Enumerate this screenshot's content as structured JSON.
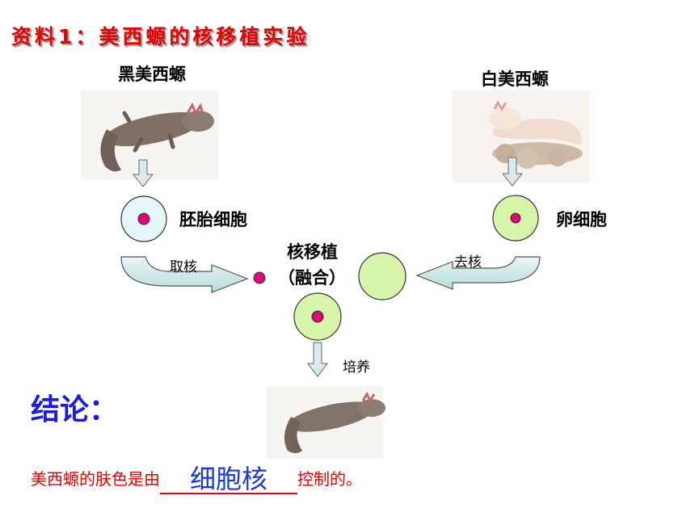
{
  "title": "资料1：美西螈的核移植实验",
  "labels": {
    "black_axolotl": "黑美西螈",
    "white_axolotl": "白美西螈",
    "embryo_cell": "胚胎细胞",
    "egg_cell": "卵细胞",
    "take_nucleus": "取核",
    "remove_nucleus": "去核",
    "transfer_line1": "核移植",
    "transfer_line2": "（融合）",
    "culture": "培养"
  },
  "conclusion": {
    "heading": "结论：",
    "before": "美西螈的肤色是由",
    "answer": "细胞核",
    "after": "控制的。"
  },
  "colors": {
    "title": "#e60000",
    "cell_cytoplasm": "#d6f5a8",
    "embryo_cytoplasm": "#e4f6f8",
    "nucleus": "#e0007a",
    "arrow_fill": "#c8e6e6",
    "conclusion_blue": "#1a1ae6"
  }
}
